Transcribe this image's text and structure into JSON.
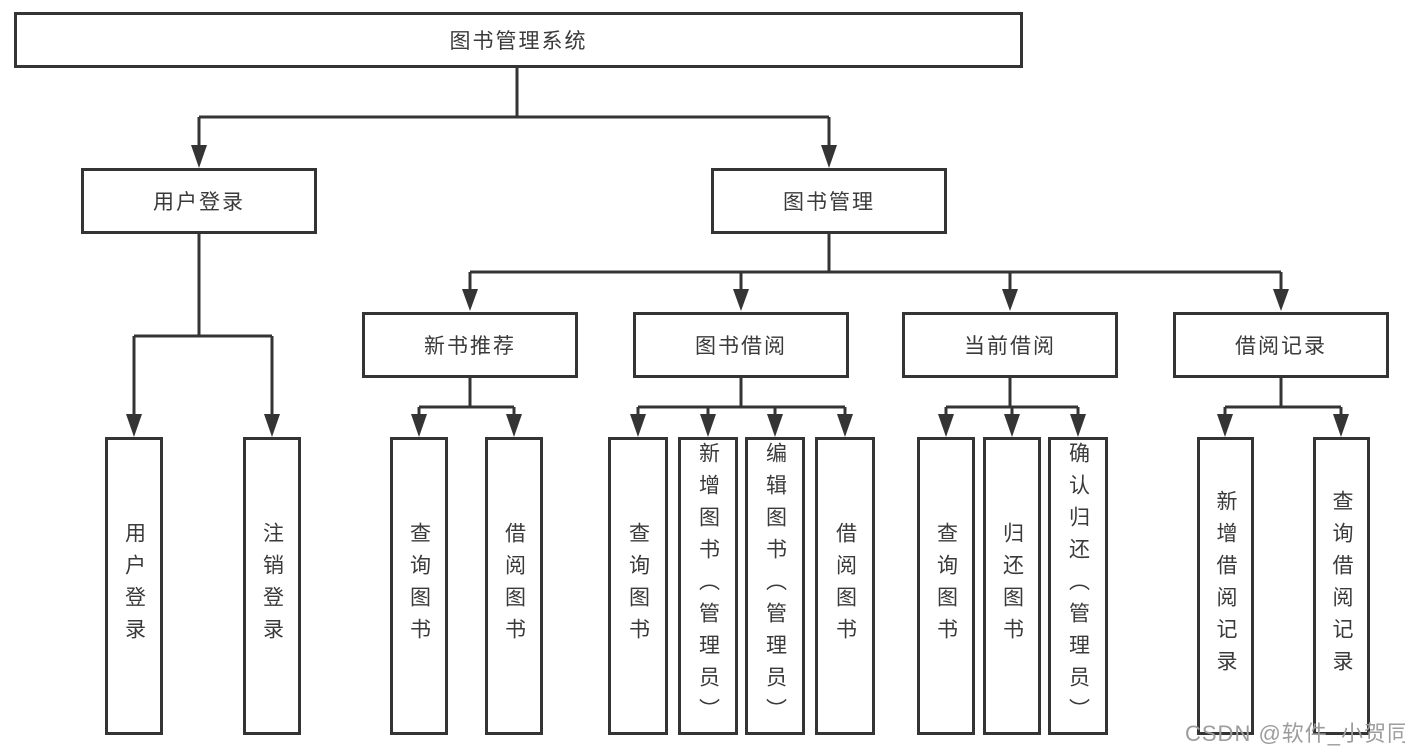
{
  "colors": {
    "line": "#343434",
    "box_border": "#343434",
    "text": "#3a3a3a",
    "watermark": "#9d9d9d",
    "background": "#ffffff"
  },
  "watermark": "CSDN @软件_小贺同学",
  "tree": {
    "label": "图书管理系统",
    "children": [
      {
        "label": "用户登录",
        "children": [
          {
            "label": "用户登录"
          },
          {
            "label": "注销登录"
          }
        ]
      },
      {
        "label": "图书管理",
        "children": [
          {
            "label": "新书推荐",
            "children": [
              {
                "label": "查询图书"
              },
              {
                "label": "借阅图书"
              }
            ]
          },
          {
            "label": "图书借阅",
            "children": [
              {
                "label": "查询图书"
              },
              {
                "label": "新增图书（管理员）"
              },
              {
                "label": "编辑图书（管理员）"
              },
              {
                "label": "借阅图书"
              }
            ]
          },
          {
            "label": "当前借阅",
            "children": [
              {
                "label": "查询图书"
              },
              {
                "label": "归还图书"
              },
              {
                "label": "确认归还（管理员）"
              }
            ]
          },
          {
            "label": "借阅记录",
            "children": [
              {
                "label": "新增借阅记录"
              },
              {
                "label": "查询借阅记录"
              }
            ]
          }
        ]
      }
    ]
  }
}
